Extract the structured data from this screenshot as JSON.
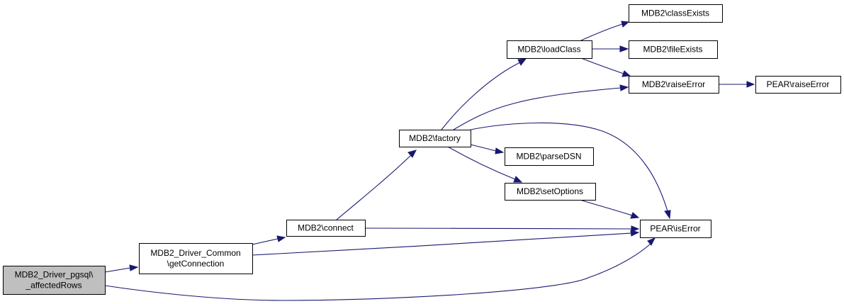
{
  "graph": {
    "colors": {
      "edge": "#191970",
      "node_fill": "#ffffff",
      "focus_fill": "#bfbfbf",
      "node_border": "#000000"
    },
    "nodes": [
      {
        "id": "affectedRows",
        "lines": [
          "MDB2_Driver_pgsql\\",
          "_affectedRows"
        ],
        "focus": true
      },
      {
        "id": "getConnection",
        "lines": [
          "MDB2_Driver_Common",
          "\\getConnection"
        ]
      },
      {
        "id": "connect",
        "lines": [
          "MDB2\\connect"
        ]
      },
      {
        "id": "factory",
        "lines": [
          "MDB2\\factory"
        ]
      },
      {
        "id": "loadClass",
        "lines": [
          "MDB2\\loadClass"
        ]
      },
      {
        "id": "classExists",
        "lines": [
          "MDB2\\classExists"
        ]
      },
      {
        "id": "fileExists",
        "lines": [
          "MDB2\\fileExists"
        ]
      },
      {
        "id": "raiseError",
        "lines": [
          "MDB2\\raiseError"
        ]
      },
      {
        "id": "pearRaiseError",
        "lines": [
          "PEAR\\raiseError"
        ]
      },
      {
        "id": "parseDSN",
        "lines": [
          "MDB2\\parseDSN"
        ]
      },
      {
        "id": "setOptions",
        "lines": [
          "MDB2\\setOptions"
        ]
      },
      {
        "id": "isError",
        "lines": [
          "PEAR\\isError"
        ]
      }
    ],
    "edges": [
      {
        "from": "affectedRows",
        "to": "getConnection"
      },
      {
        "from": "affectedRows",
        "to": "isError"
      },
      {
        "from": "getConnection",
        "to": "connect"
      },
      {
        "from": "getConnection",
        "to": "isError"
      },
      {
        "from": "connect",
        "to": "factory"
      },
      {
        "from": "connect",
        "to": "isError"
      },
      {
        "from": "factory",
        "to": "loadClass"
      },
      {
        "from": "factory",
        "to": "raiseError"
      },
      {
        "from": "factory",
        "to": "isError"
      },
      {
        "from": "factory",
        "to": "parseDSN"
      },
      {
        "from": "factory",
        "to": "setOptions"
      },
      {
        "from": "loadClass",
        "to": "classExists"
      },
      {
        "from": "loadClass",
        "to": "fileExists"
      },
      {
        "from": "loadClass",
        "to": "raiseError"
      },
      {
        "from": "raiseError",
        "to": "pearRaiseError"
      },
      {
        "from": "setOptions",
        "to": "isError"
      }
    ]
  }
}
